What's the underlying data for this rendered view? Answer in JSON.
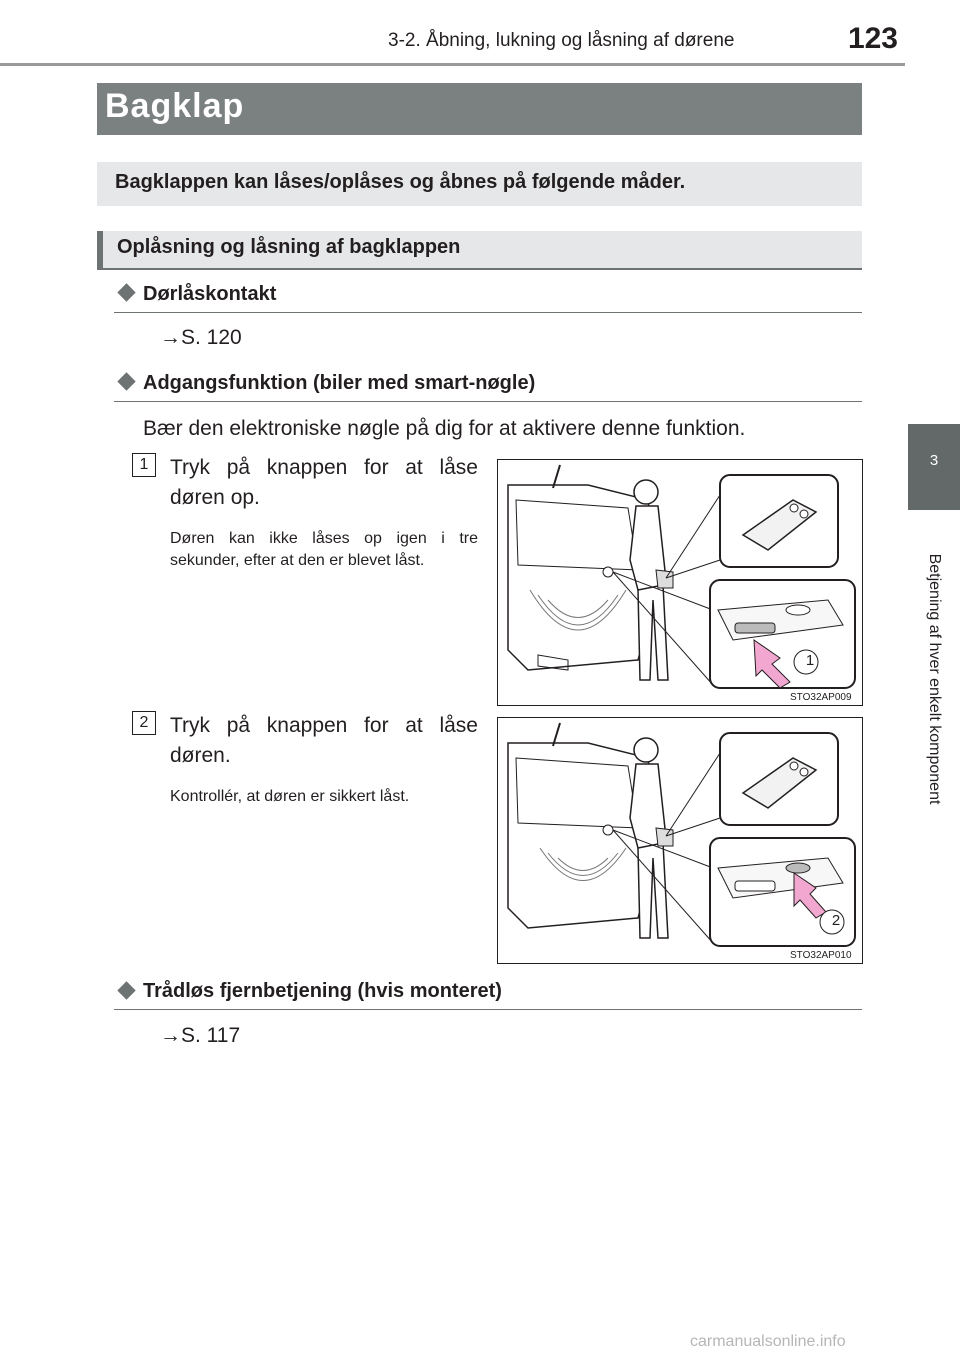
{
  "header": {
    "section": "3-2. Åbning, lukning og låsning af dørene",
    "page_number": "123"
  },
  "side_tab": {
    "chapter_number": "3",
    "chapter_label": "Betjening af hver enkelt komponent"
  },
  "title": "Bagklap",
  "intro": "Bagklappen kan låses/oplåses og åbnes på følgende måder.",
  "subsection": "Oplåsning og låsning af bagklappen",
  "items": [
    {
      "heading": "Dørlåskontakt",
      "ref": "→S. 120"
    },
    {
      "heading": "Adgangsfunktion (biler med smart-nøgle)",
      "text": "Bær den elektroniske nøgle på dig for at aktivere denne funktion."
    },
    {
      "heading": "Trådløs fjernbetjening (hvis monteret)",
      "ref": "→S. 117"
    }
  ],
  "steps": [
    {
      "number": "1",
      "text": "Tryk på knappen for at låse døren op.",
      "note": "Døren kan ikke låses op igen i tre sekunder, efter at den er blevet låst.",
      "figure_caption": "STO32AP009",
      "figure_callout": "1"
    },
    {
      "number": "2",
      "text": "Tryk på knappen for at låse døren.",
      "note": "Kontrollér, at døren er sikkert låst.",
      "figure_caption": "STO32AP010",
      "figure_callout": "2"
    }
  ],
  "colors": {
    "title_bar": "#7b8081",
    "intro_box": "#e6e7e8",
    "arrow": "#f1a7d0",
    "side_tab": "#636868"
  },
  "watermark": "carmanualsonline.info"
}
